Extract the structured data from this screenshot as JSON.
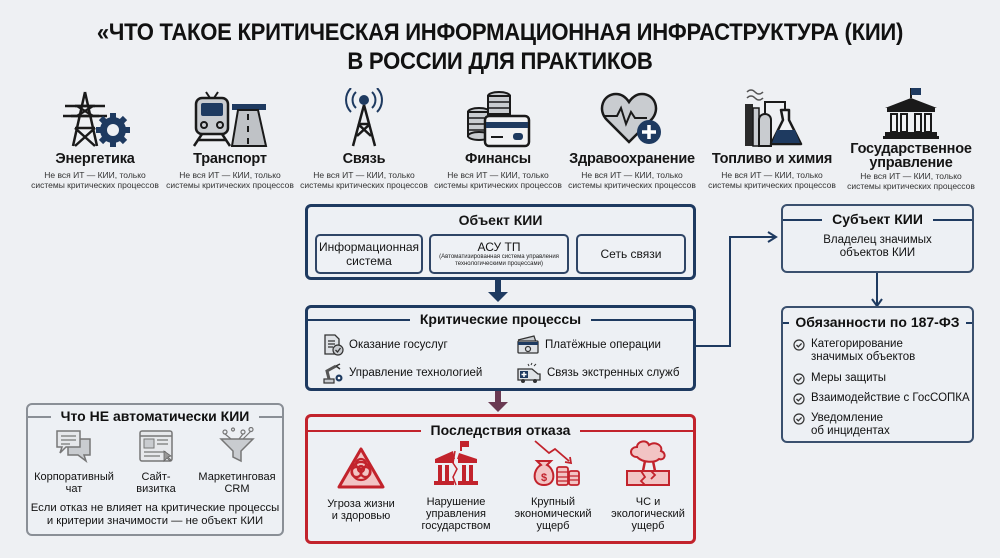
{
  "title": {
    "line1": "«ЧТО ТАКОЕ КРИТИЧЕСКАЯ ИНФОРМАЦИОННАЯ ИНФРАСТРУКТУРА (КИИ)",
    "line2": "В РОССИИ ДЛЯ ПРАКТИКОВ"
  },
  "industries": [
    {
      "name": "Энергетика",
      "icon": "power-tower-gear-icon",
      "note1": "Не вся ИТ — КИИ, только",
      "note2": "системы критических процессов"
    },
    {
      "name": "Транспорт",
      "icon": "train-road-icon",
      "note1": "Не вся ИТ — КИИ, только",
      "note2": "системы критических процессов"
    },
    {
      "name": "Связь",
      "icon": "antenna-tower-icon",
      "note1": "Не вся ИТ — КИИ, только",
      "note2": "системы критических процессов"
    },
    {
      "name": "Финансы",
      "icon": "coins-card-icon",
      "note1": "Не вся ИТ — КИИ, только",
      "note2": "системы критических процессов"
    },
    {
      "name": "Здравоохранение",
      "icon": "heart-pulse-plus-icon",
      "note1": "Не вся ИТ — КИИ, только",
      "note2": "системы критических процессов"
    },
    {
      "name": "Топливо и химия",
      "icon": "factory-flask-icon",
      "note1": "Не вся ИТ — КИИ, только",
      "note2": "системы критических процессов"
    },
    {
      "name_line1": "Государственное",
      "name_line2": "управление",
      "icon": "government-building-icon",
      "note1": "Не вся ИТ — КИИ, только",
      "note2": "системы критических процессов"
    }
  ],
  "object": {
    "title": "Объект КИИ",
    "items": [
      {
        "line1": "Информационная",
        "line2": "система"
      },
      {
        "title": "АСУ ТП",
        "sub1": "(Автоматизированная система управления",
        "sub2": "технологическими процессами)"
      },
      {
        "line1": "Сеть связи"
      }
    ]
  },
  "processes": {
    "title": "Критические процессы",
    "items": [
      {
        "label": "Оказание госуслуг",
        "icon": "document-check-icon"
      },
      {
        "label": "Платёжные операции",
        "icon": "payment-cash-icon"
      },
      {
        "label": "Управление технологией",
        "icon": "robot-arm-icon"
      },
      {
        "label": "Связь экстренных служб",
        "icon": "ambulance-icon"
      }
    ]
  },
  "consequences": {
    "title": "Последствия отказа",
    "items": [
      {
        "lines": [
          "Угроза жизни",
          "и здоровью"
        ],
        "icon": "biohazard-icon"
      },
      {
        "lines": [
          "Нарушение",
          "управления",
          "государством"
        ],
        "icon": "broken-government-icon"
      },
      {
        "lines": [
          "Крупный",
          "экономический",
          "ущерб"
        ],
        "icon": "money-loss-icon"
      },
      {
        "lines": [
          "ЧС и",
          "экологический",
          "ущерб"
        ],
        "icon": "explosion-icon"
      }
    ]
  },
  "not_kii": {
    "title": "Что НЕ автоматически КИИ",
    "items": [
      {
        "lines": [
          "Корпоративный",
          "чат"
        ],
        "icon": "chat-bubbles-icon"
      },
      {
        "lines": [
          "Сайт-",
          "визитка"
        ],
        "icon": "website-icon"
      },
      {
        "lines": [
          "Маркетинговая",
          "CRM"
        ],
        "icon": "funnel-icon"
      }
    ],
    "note1": "Если отказ не влияет на критические процессы",
    "note2": "и критерии значимости — не объект КИИ"
  },
  "subject": {
    "title": "Субъект КИИ",
    "line1": "Владелец значимых",
    "line2": "объектов КИИ"
  },
  "duties": {
    "title": "Обязанности по 187-ФЗ",
    "items": [
      {
        "lines": [
          "Категорирование",
          "значимых объектов"
        ]
      },
      {
        "lines": [
          "Меры защиты"
        ]
      },
      {
        "lines": [
          "Взаимодействие с ГосСОПКА"
        ]
      },
      {
        "lines": [
          "Уведомление",
          "об инцидентах"
        ]
      }
    ]
  },
  "colors": {
    "navy": "#1e3a60",
    "red": "#c2232c",
    "gray": "#8a8f96",
    "background": "#eef0f3"
  }
}
